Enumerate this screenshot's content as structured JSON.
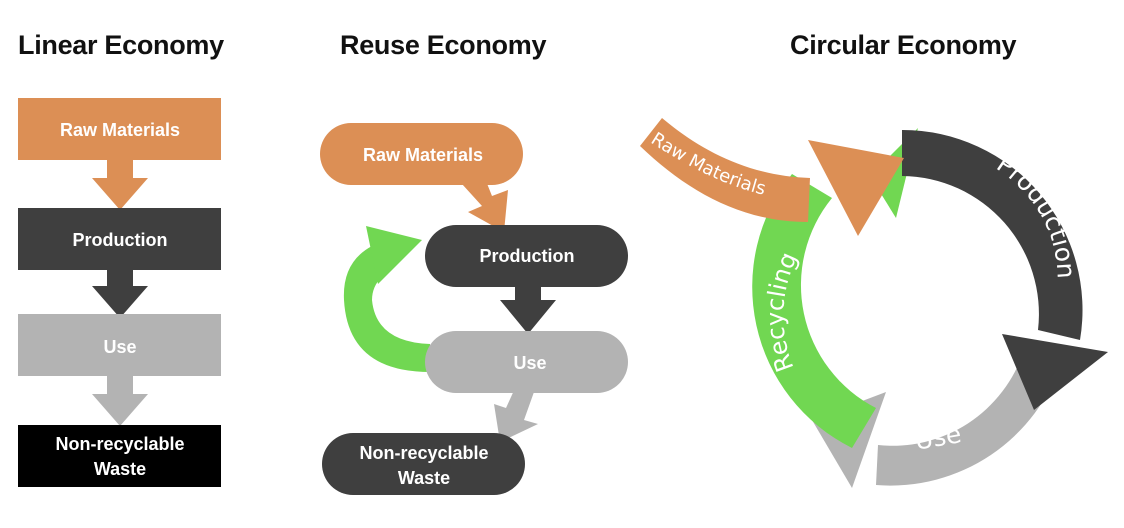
{
  "panels": {
    "linear": {
      "title": "Linear Economy",
      "raw": "Raw Materials",
      "production": "Production",
      "use": "Use",
      "waste_line1": "Non-recyclable",
      "waste_line2": "Waste"
    },
    "reuse": {
      "title": "Reuse Economy",
      "raw": "Raw Materials",
      "production": "Production",
      "use": "Use",
      "waste_line1": "Non-recyclable",
      "waste_line2": "Waste"
    },
    "circular": {
      "title": "Circular Economy",
      "raw": "Raw Materials",
      "production": "Production",
      "use": "Use",
      "recycling": "Recycling"
    }
  },
  "colors": {
    "raw": "#dc8f55",
    "production": "#3f3f3f",
    "use": "#b3b3b3",
    "waste_linear": "#000000",
    "waste_reuse": "#3f3f3f",
    "recycling": "#71d752",
    "text_light": "#ffffff"
  }
}
